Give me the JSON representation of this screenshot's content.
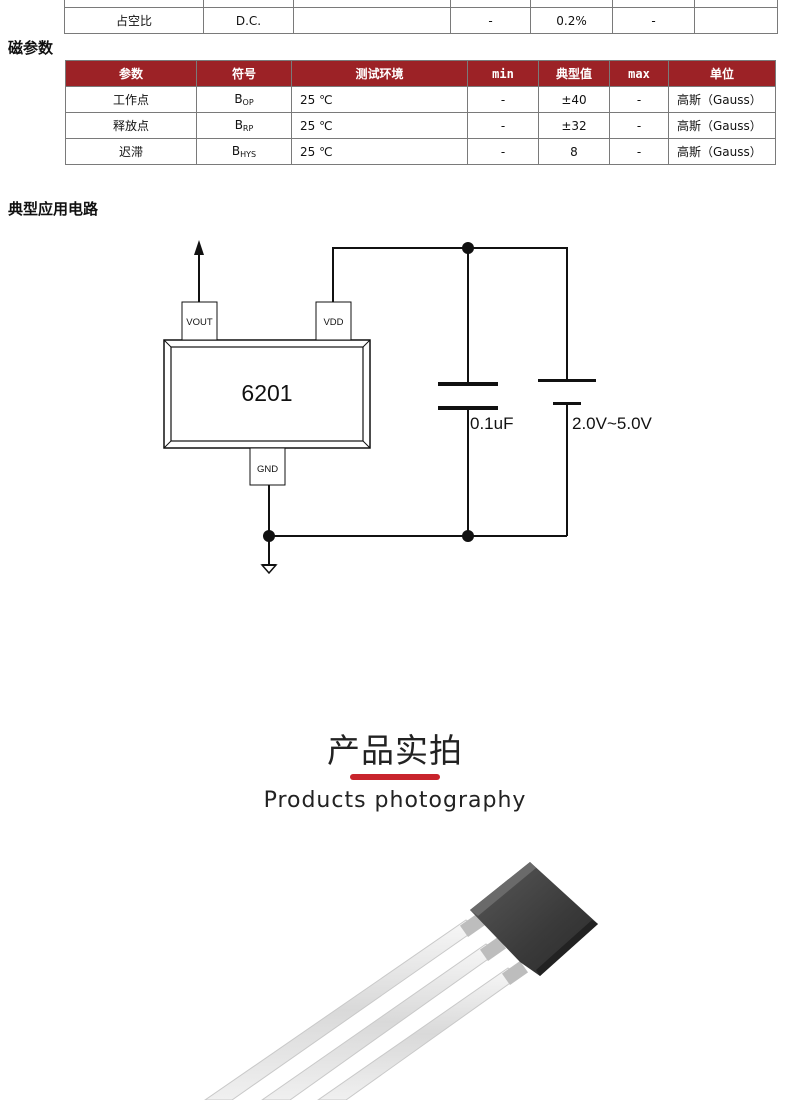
{
  "top_table": {
    "row": {
      "param": "占空比",
      "symbol": "D.C.",
      "condition": "",
      "min": "-",
      "typ": "0.2%",
      "max": "-",
      "unit": ""
    }
  },
  "magnetic": {
    "title": "磁参数",
    "headers": {
      "param": "参数",
      "symbol": "符号",
      "condition": "测试环境",
      "min": "min",
      "typ": "典型值",
      "max": "max",
      "unit": "单位"
    },
    "rows": [
      {
        "param": "工作点",
        "sym_main": "B",
        "sym_sub": "OP",
        "condition": "25 ℃",
        "min": "-",
        "typ": "±40",
        "max": "-",
        "unit": "高斯（Gauss）"
      },
      {
        "param": "释放点",
        "sym_main": "B",
        "sym_sub": "RP",
        "condition": "25 ℃",
        "min": "-",
        "typ": "±32",
        "max": "-",
        "unit": "高斯（Gauss）"
      },
      {
        "param": "迟滞",
        "sym_main": "B",
        "sym_sub": "HYS",
        "condition": "25 ℃",
        "min": "-",
        "typ": "8",
        "max": "-",
        "unit": "高斯（Gauss）"
      }
    ]
  },
  "circuit": {
    "title": "典型应用电路",
    "chip_label": "6201",
    "pin_vout": "VOUT",
    "pin_vdd": "VDD",
    "pin_gnd": "GND",
    "capacitor_label": "0.1uF",
    "supply_label": "2.0V~5.0V"
  },
  "photo_section": {
    "title_cn": "产品实拍",
    "title_en": "Products photography",
    "accent_color": "#c8242c"
  }
}
